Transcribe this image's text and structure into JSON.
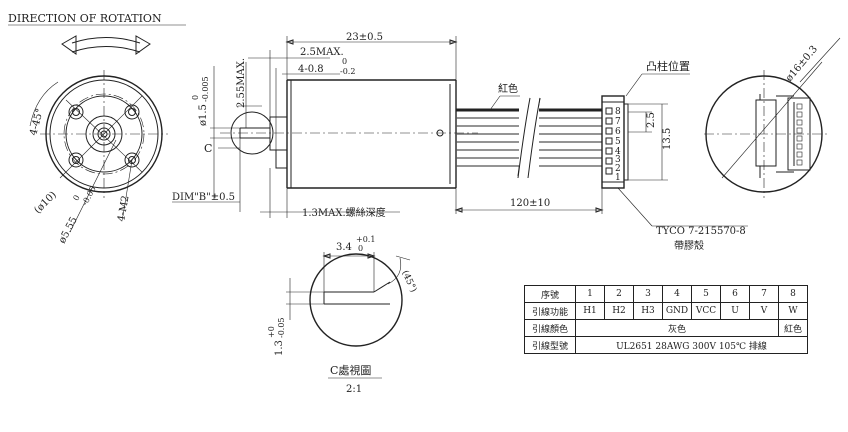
{
  "title": "DIRECTION OF ROTATION",
  "front_view": {
    "angle_label": "4-45°",
    "dia10_label": "(ø10)",
    "boss_dia_label": "ø5.55",
    "boss_tol_upper": "0",
    "boss_tol_lower": "-0.05",
    "screw_label": "4-M2"
  },
  "side_view": {
    "length_label": "23±0.5",
    "boss_len_label": "2.5MAX.",
    "boss_pos_label": "4-0.8",
    "boss_pos_tol_upper": "0",
    "boss_pos_tol_lower": "-0.2",
    "shaft_len_label": "2.55MAX.",
    "shaft_dia_label": "ø1.5",
    "shaft_tol_upper": "0",
    "shaft_tol_lower": "-0.005",
    "section_mark": "C",
    "dim_b_label": "DIM\"B\"±0.5",
    "thread_depth_label": "1.3MAX.螺絲深度",
    "red_wire_label": "紅色",
    "cable_len_label": "120±10",
    "post_label": "凸柱位置",
    "pins": [
      "8",
      "7",
      "6",
      "5",
      "4",
      "3",
      "2",
      "1"
    ],
    "pitch_label": "2.5",
    "conn_width_label": "13.5",
    "connector_part": "TYCO 7-215570-8",
    "connector_note": "帶膠殼"
  },
  "back_view": {
    "dia_label": "ø16±0.3"
  },
  "detail_c": {
    "width_label": "3.4",
    "width_tol_upper": "+0.1",
    "width_tol_lower": "0",
    "angle_label": "(45°)",
    "depth_label": "1.3",
    "depth_tol_upper": "+0",
    "depth_tol_lower": "-0.05",
    "caption": "C處視圖",
    "scale": "2:1"
  },
  "table": {
    "row_labels": [
      "序號",
      "引線功能",
      "引線顏色",
      "引線型號"
    ],
    "pin_numbers": [
      "1",
      "2",
      "3",
      "4",
      "5",
      "6",
      "7",
      "8"
    ],
    "functions": [
      "H1",
      "H2",
      "H3",
      "GND",
      "VCC",
      "U",
      "V",
      "W"
    ],
    "color_main": "灰色",
    "color_last": "紅色",
    "wire_type": "UL2651 28AWG 300V 105℃ 排線"
  }
}
